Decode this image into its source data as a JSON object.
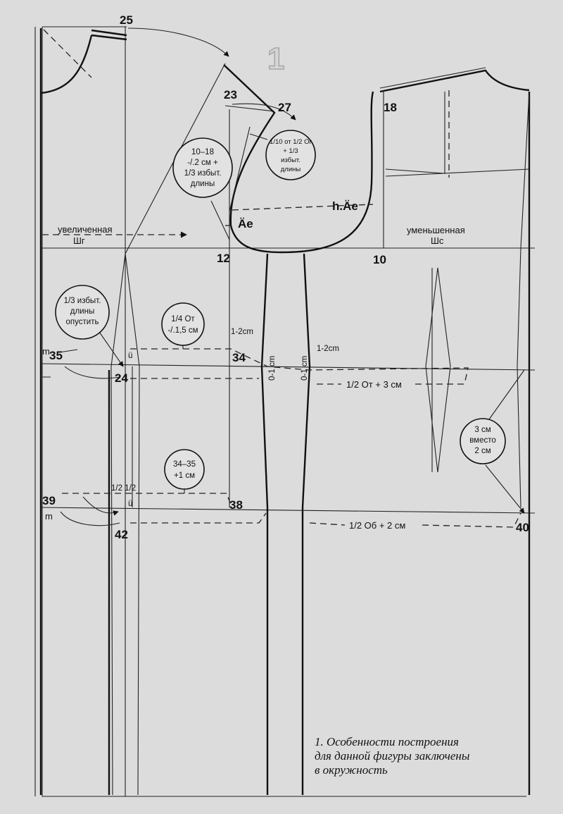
{
  "figure_number": "1",
  "points": {
    "p25": "25",
    "p23": "23",
    "p27": "27",
    "p18": "18",
    "p12": "12",
    "p10": "10",
    "p35": "35",
    "p34": "34",
    "p24": "24",
    "p39": "39",
    "p38": "38",
    "p42": "42",
    "p40": "40",
    "ae": "Äe",
    "h_ae": "h.Äe",
    "m_top": "m",
    "m_bottom": "m",
    "u_top": "ü",
    "u_bottom": "ü"
  },
  "labels": {
    "increased": "увеличенная",
    "shg": "Шг",
    "decreased": "уменьшенная",
    "shs": "Шс",
    "side_1_2_left": "1-2cm",
    "side_1_2_right": "1-2cm",
    "side_0_1_left": "0-1 cm",
    "side_0_1_right": "0-1 cm",
    "half_ot": "1/2 От + 3 см",
    "half_ob": "1/2 Об + 2 см",
    "halves": "1/2 1/2"
  },
  "circles": {
    "c1": [
      "10–18",
      "-/.2 см +",
      "1/3 избыт.",
      "длины"
    ],
    "c2": [
      "1/10 от 1/2 Ог",
      "+ 1/3",
      "избыт.",
      "длины"
    ],
    "c3": [
      "1/3 избыт.",
      "длины",
      "опустить"
    ],
    "c4": [
      "1/4 От",
      "-/.1,5 см"
    ],
    "c5": [
      "34–35",
      "+1 см"
    ],
    "c6": [
      "3 см",
      "вместо",
      "2 см"
    ]
  },
  "caption": [
    "1. Особенности построения",
    "для данной фигуры заключены",
    "в окружность"
  ]
}
